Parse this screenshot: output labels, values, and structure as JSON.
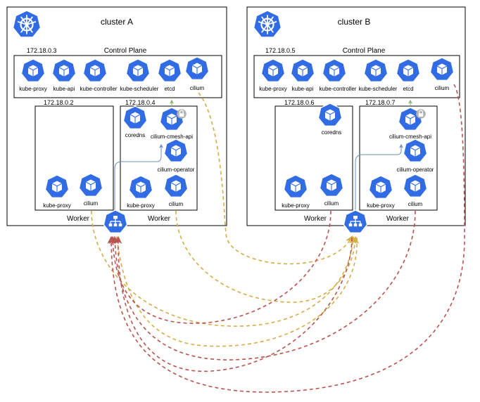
{
  "clusters": [
    {
      "title": "cluster A",
      "control_plane": {
        "ip": "172.18.0.3",
        "title": "Control Plane",
        "pods": [
          "kube-proxy",
          "kube-api",
          "kube-controller",
          "kube-scheduler",
          "etcd",
          "cilium"
        ]
      },
      "workers": [
        {
          "ip": "172.18.0.2",
          "label": "Worker",
          "pods": [
            "kube-proxy",
            "cilium"
          ]
        },
        {
          "ip": "172.18.0.4",
          "label": "Worker",
          "pods": [
            "coredns",
            "cilium-cmesh-api",
            "cilium-operator",
            "kube-proxy",
            "cilium"
          ]
        }
      ]
    },
    {
      "title": "cluster B",
      "control_plane": {
        "ip": "172.18.0.5",
        "title": "Control Plane",
        "pods": [
          "kube-proxy",
          "kube-api",
          "kube-controller",
          "kube-scheduler",
          "etcd",
          "cilium"
        ]
      },
      "workers": [
        {
          "ip": "172.18.0.6",
          "label": "Worker",
          "pods": [
            "coredns",
            "kube-proxy",
            "cilium"
          ]
        },
        {
          "ip": "172.18.0.7",
          "label": "Worker",
          "pods": [
            "cilium-cmesh-api",
            "cilium-operator",
            "kube-proxy",
            "cilium"
          ]
        }
      ]
    }
  ],
  "icons": {
    "cluster": "kubernetes-helm-icon",
    "pod": "kubernetes-pod-icon",
    "lock": "lock-icon",
    "service": "load-balancer-service-icon"
  },
  "colors": {
    "k8s_blue": "#326ce5",
    "link_yellow": "#d6ad48",
    "link_red": "#b85450",
    "link_blue": "#6c8ebf",
    "link_green": "#82b366"
  }
}
